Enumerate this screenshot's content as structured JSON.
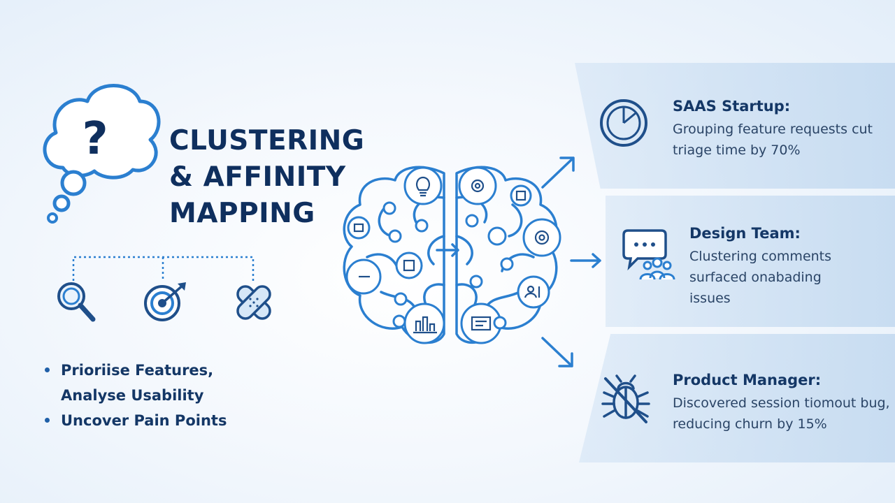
{
  "title": {
    "line1": "CLUSTERING",
    "line2": "& AFFINITY",
    "line3": "MAPPING"
  },
  "left_icons": {
    "cloud_symbol": "?",
    "items": [
      "magnifier-icon",
      "target-icon",
      "bandage-icon"
    ]
  },
  "bullets": {
    "item1_line1": "Prioriise Features,",
    "item1_line2": "Analyse Usability",
    "item2": "Uncover Pain Points"
  },
  "cases": [
    {
      "title": "SAAS Startup:",
      "text_line1": "Grouping feature requests cut",
      "text_line2": "triage time by 70%",
      "icon": "pie-chart-icon"
    },
    {
      "title": "Design Team:",
      "text_line1": "Clustering comments",
      "text_line2": "surfaced onabading",
      "text_line3": "issues",
      "icon": "chat-team-icon"
    },
    {
      "title": "Product Manager:",
      "text_line1": "Discovered session tiomout bug,",
      "text_line2": "reducing churn by 15%",
      "icon": "bug-icon"
    }
  ],
  "colors": {
    "accent": "#2b7fd0",
    "dark_text": "#0f2f5e",
    "panel": "#cfe1f3"
  }
}
